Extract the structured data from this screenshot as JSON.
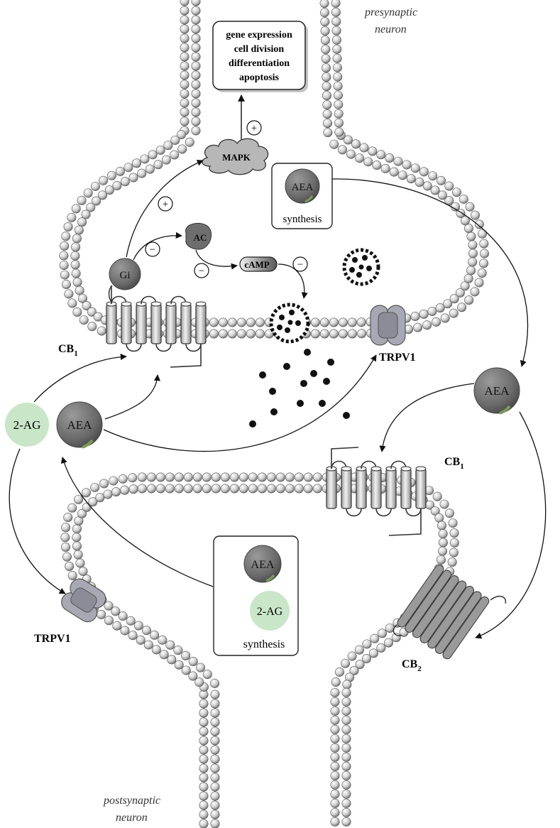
{
  "labels": {
    "presynaptic": [
      "presynaptic",
      "neuron"
    ],
    "postsynaptic": [
      "postsynaptic",
      "neuron"
    ],
    "cb1_pre": {
      "main": "CB",
      "sub": "1"
    },
    "cb1_post": {
      "main": "CB",
      "sub": "1"
    },
    "cb2": {
      "main": "CB",
      "sub": "2"
    },
    "trpv1_pre": "TRPV1",
    "trpv1_post": "TRPV1",
    "mapk": "MAPK",
    "ac": "AC",
    "camp": "cAMP",
    "gi": "Gi",
    "aea": "AEA",
    "two_ag": "2-AG",
    "synthesis": "synthesis",
    "effects": [
      "gene expression",
      "cell division",
      "differentiation",
      "apoptosis"
    ],
    "plus": "+",
    "minus": "−"
  },
  "colors": {
    "aea": "#6b6b6b",
    "two_ag": "#c9e6c9",
    "membrane_head": "#d8d8d8",
    "channel": "#a8a8b4",
    "receptor": "#cfcfcf",
    "mapk": "#b7b7b7",
    "text": "#111111"
  }
}
